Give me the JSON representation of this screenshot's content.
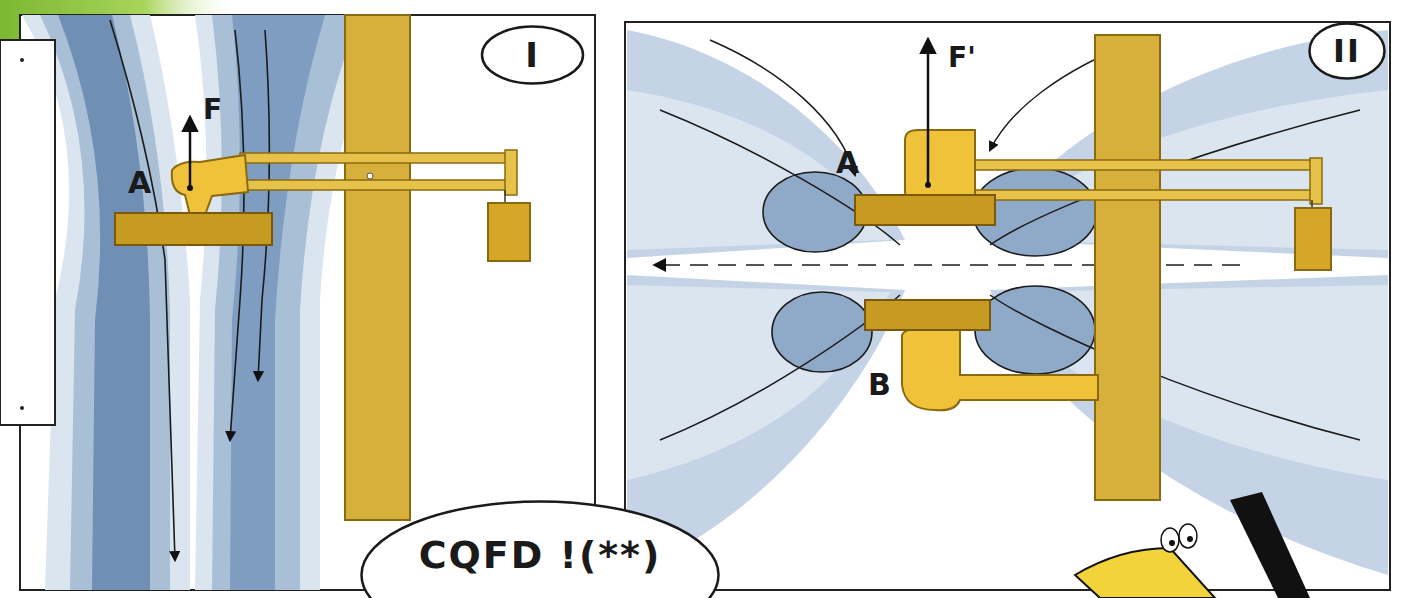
{
  "diagram": {
    "nodes": [
      {
        "text": [
          "I"
        ]
      },
      {
        "text": [
          "II"
        ]
      },
      {
        "text": [
          "CQFD !(**)"
        ]
      }
    ],
    "labels": [
      "A",
      "F",
      "F'",
      "A",
      "B"
    ]
  }
}
